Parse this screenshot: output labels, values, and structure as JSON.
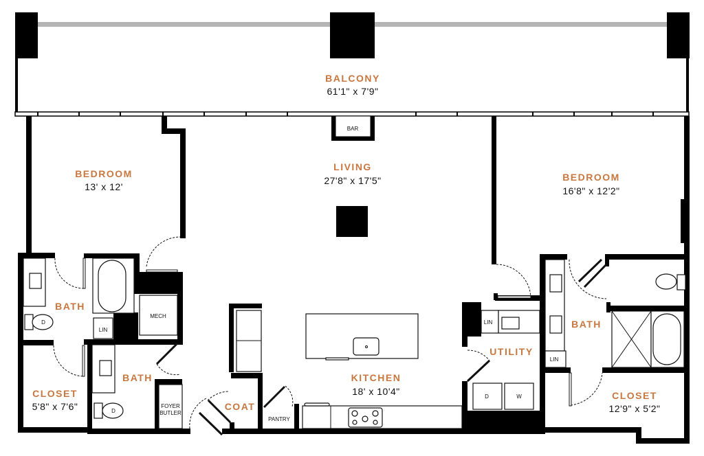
{
  "colors": {
    "label": "#c8773f",
    "wall": "#000000",
    "rail": "#b5b5b5"
  },
  "rooms": {
    "balcony": {
      "name": "BALCONY",
      "size": "61'1\" x 7'9\""
    },
    "bedroom_left": {
      "name": "BEDROOM",
      "size": "13' x 12'"
    },
    "living": {
      "name": "LIVING",
      "size": "27'8\" x 17'5\""
    },
    "bedroom_right": {
      "name": "BEDROOM",
      "size": "16'8\" x 12'2\""
    },
    "bath_left": {
      "name": "BATH"
    },
    "bath_middle": {
      "name": "BATH"
    },
    "closet_left": {
      "name": "CLOSET",
      "size": "5'8\" x 7'6\""
    },
    "coat": {
      "name": "COAT"
    },
    "kitchen": {
      "name": "KITCHEN",
      "size": "18' x 10'4\""
    },
    "utility": {
      "name": "UTILITY"
    },
    "bath_right": {
      "name": "BATH"
    },
    "closet_right": {
      "name": "CLOSET",
      "size": "12'9\" x 5'2\""
    }
  },
  "small_labels": {
    "bar": "BAR",
    "mech": "MECH",
    "lin_left": "LIN",
    "lin_utility": "LIN",
    "lin_right": "LIN",
    "foyer_1": "FOYER",
    "foyer_2": "BUTLER",
    "pantry": "PANTRY",
    "dryer": "D",
    "washer": "W",
    "toilet_1": "D",
    "toilet_2": "D"
  }
}
